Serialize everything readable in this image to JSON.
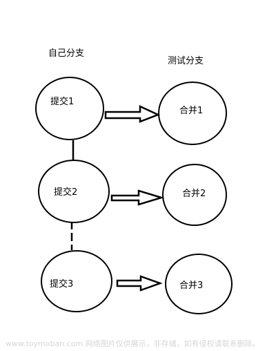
{
  "left_column": {
    "header": "自己分支",
    "nodes": [
      {
        "label": "提交1"
      },
      {
        "label": "提交2"
      },
      {
        "label": "提交3"
      }
    ]
  },
  "right_column": {
    "header": "测试分支",
    "nodes": [
      {
        "label": "合并1"
      },
      {
        "label": "合并2"
      },
      {
        "label": "合并3"
      }
    ]
  },
  "watermark": "www.toymoban.com 网络图片仅供展示，非存储，如有侵权请联系删除。"
}
